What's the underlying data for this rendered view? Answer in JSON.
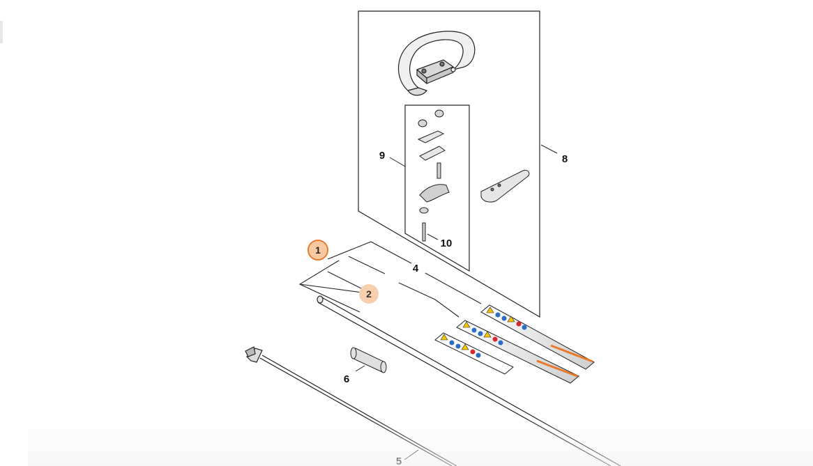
{
  "diagram": {
    "callouts": [
      {
        "id": "1",
        "label": "1",
        "state": "active"
      },
      {
        "id": "2",
        "label": "2",
        "state": "highlight"
      },
      {
        "id": "4",
        "label": "4"
      },
      {
        "id": "5",
        "label": "5"
      },
      {
        "id": "6",
        "label": "6"
      },
      {
        "id": "8",
        "label": "8"
      },
      {
        "id": "9",
        "label": "9"
      },
      {
        "id": "10",
        "label": "10"
      }
    ],
    "colors": {
      "callout_active_fill": "#f9c9a3",
      "callout_active_ring": "#e87a2e",
      "callout_highlight_fill": "#f8cfad",
      "line": "#222222",
      "decal_orange": "#e8782a",
      "warning_yellow": "#f5c400",
      "sign_blue": "#2a6fc4",
      "prohibit_red": "#d9262c"
    }
  }
}
